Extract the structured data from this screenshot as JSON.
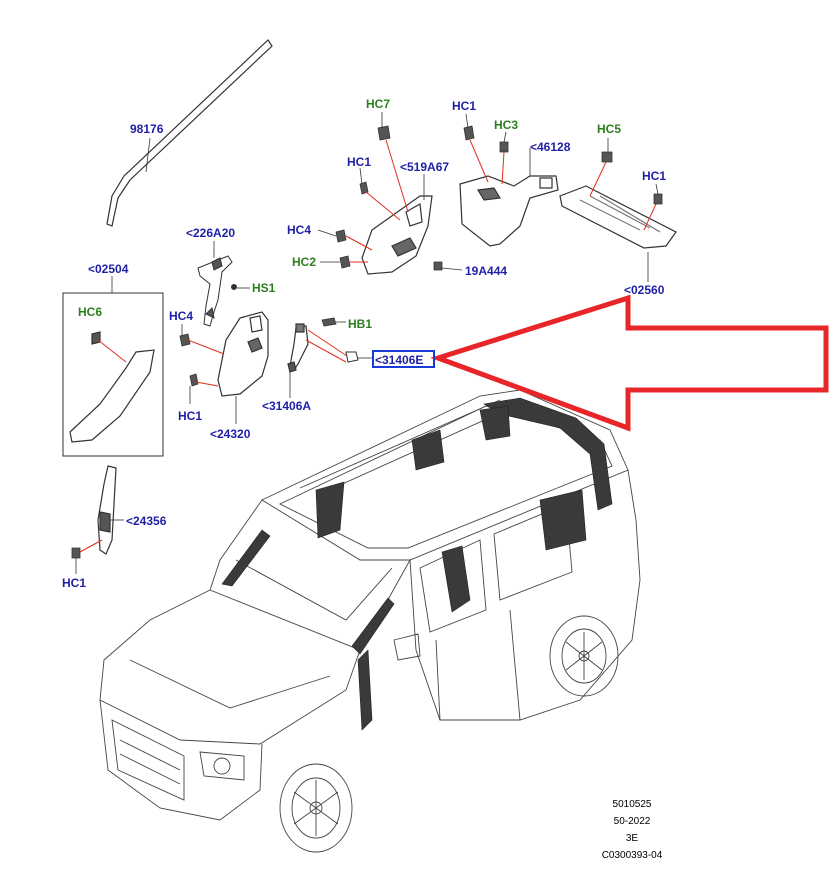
{
  "colors": {
    "callout_blue": "#1f1fa8",
    "callout_green": "#2e7d1f",
    "leader_red": "#e0301e",
    "arrow_red": "#e8262a",
    "highlight_box": "#1a3ad8",
    "line_gray": "#333333",
    "part_dark": "#3a3a3a"
  },
  "callouts": {
    "c98176": "98176",
    "c226A20": "<226A20",
    "c02504": "<02504",
    "hc6": "HC6",
    "hc4_left": "HC4",
    "hs1": "HS1",
    "hc1_left": "HC1",
    "c24320": "<24320",
    "c31406A": "<31406A",
    "hb1": "HB1",
    "c31406E": "<31406E",
    "hc7": "HC7",
    "hc1_mid": "HC1",
    "c519A67": "<519A67",
    "hc4_mid": "HC4",
    "hc2": "HC2",
    "c19A444": "19A444",
    "hc1_top": "HC1",
    "hc3": "HC3",
    "c46128": "<46128",
    "hc5": "HC5",
    "hc1_right": "HC1",
    "c02560": "<02560",
    "c24356": "<24356",
    "hc1_bottom": "HC1"
  },
  "catalog": {
    "line1": "5010525",
    "line2": "50-2022",
    "line3": "3E",
    "line4": "C0300393-04"
  },
  "highlighted_part": "<31406E"
}
